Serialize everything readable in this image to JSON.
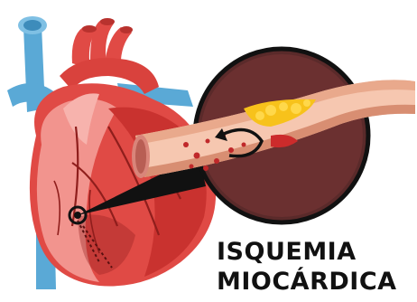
{
  "caption": {
    "line1": "ISQUEMIA",
    "line2": "MIOCÁRDICA"
  },
  "colors": {
    "vessel_blue": "#5aa9d6",
    "heart_red": "#e04a45",
    "heart_pink": "#f2948e",
    "artery_tan": "#e9a98c",
    "plaque_yellow": "#f7c21b",
    "lens_dark": "#5a2a2a",
    "text": "#111111"
  },
  "icons": {
    "heart": "heart-illustration",
    "lens": "artery-magnifier",
    "flow": "blood-flow-arrow"
  }
}
